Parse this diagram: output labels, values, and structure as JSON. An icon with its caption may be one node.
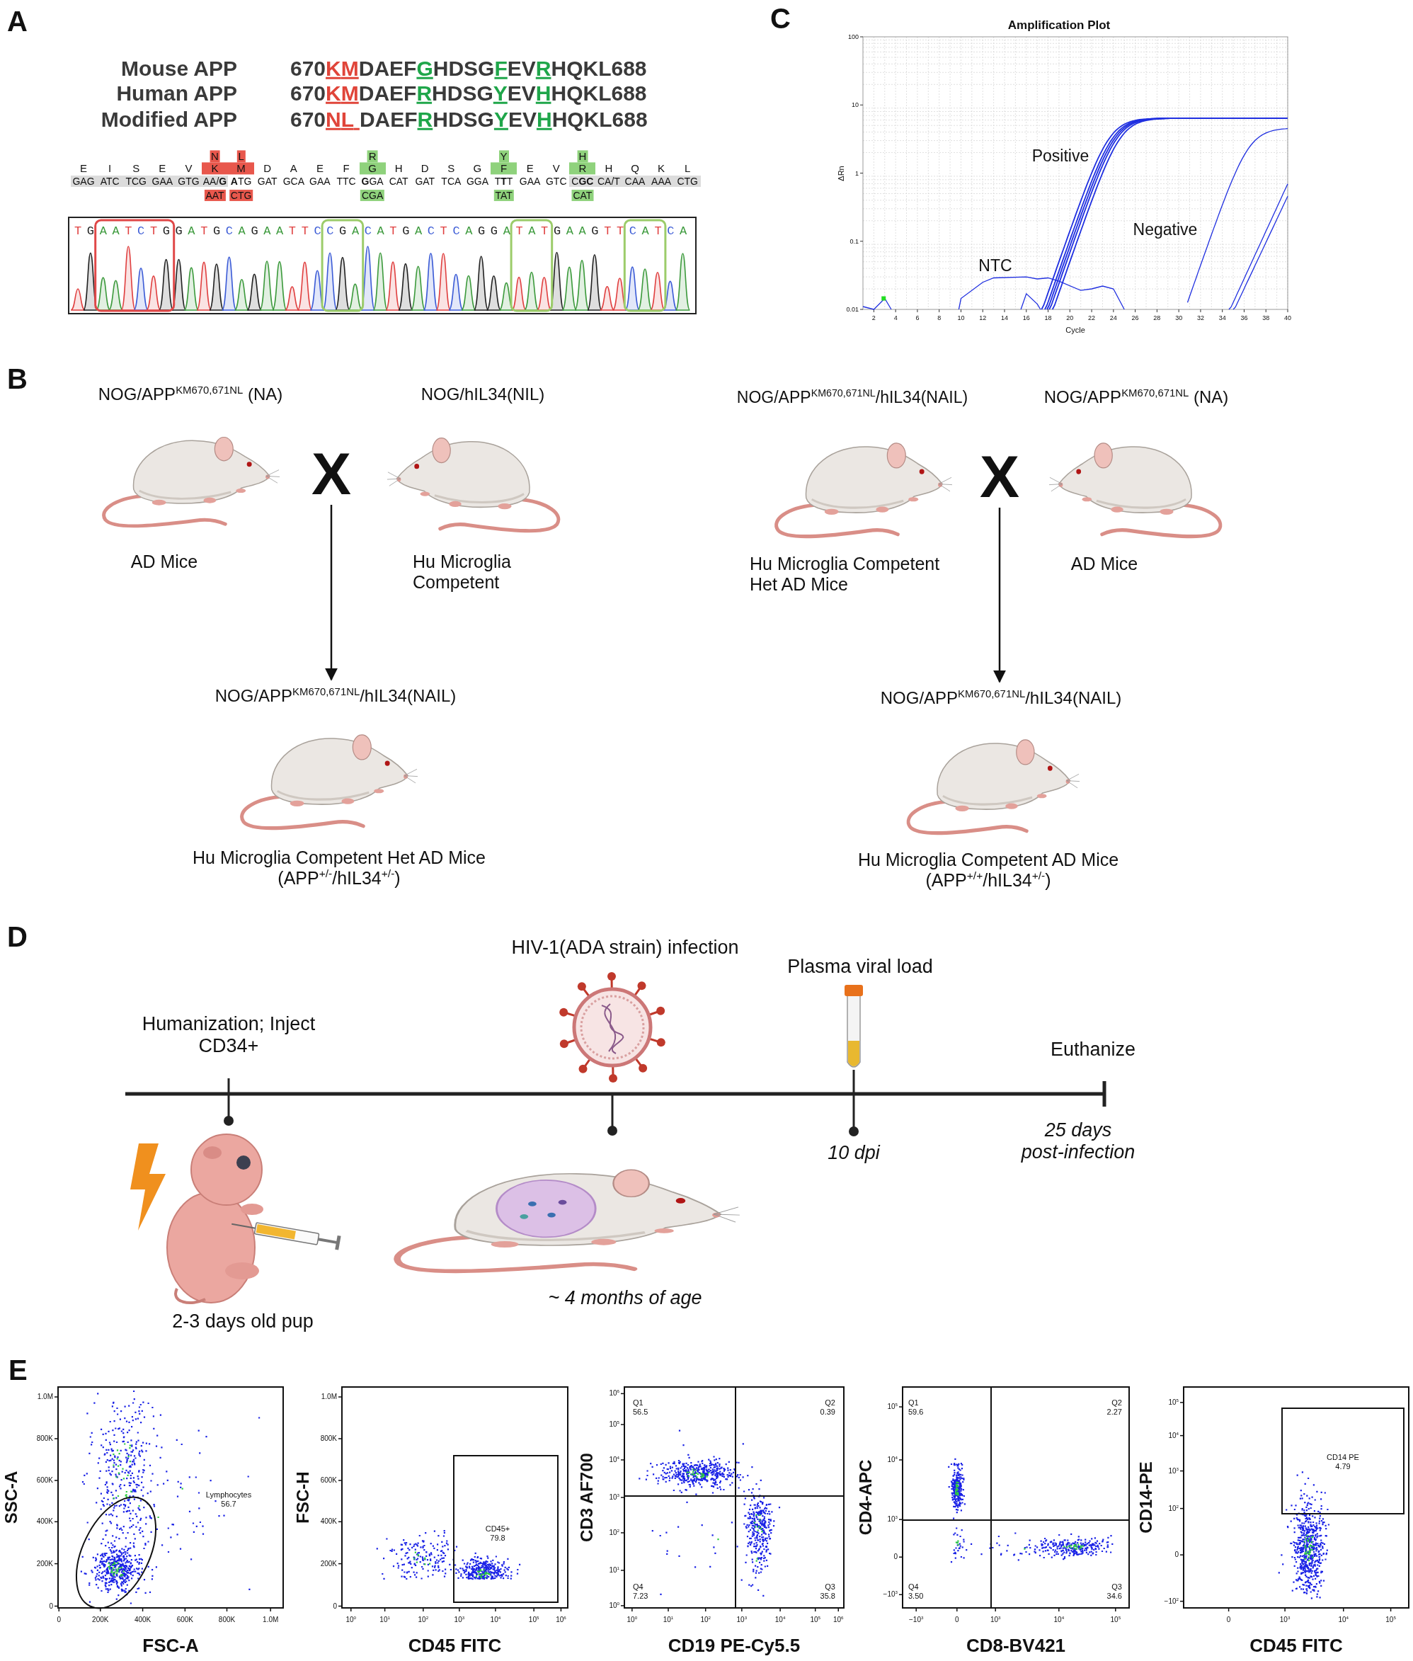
{
  "diagram": {
    "nodes": [
      {
        "text": [
          "NOG/APP$^{KM670,671NL}$ (NA)",
          "AD Mice"
        ]
      },
      {
        "text": [
          "X"
        ]
      },
      {
        "text": [
          "NOG/hIL34(NIL)",
          "Hu Microglia Competent"
        ]
      },
      {
        "text": [
          "NOG/APP$^{KM670,671NL}$/hIL34(NAIL)",
          "Hu Microglia Competent Het AD Mice"
        ]
      },
      {
        "text": [
          "X"
        ]
      },
      {
        "text": [
          "NOG/APP$^{KM670,671NL}$ (NA)",
          "AD Mice"
        ]
      },
      {
        "text": [
          "NOG/APP$^{KM670,671NL}$/hIL34(NAIL)",
          "Hu Microglia Competent Het AD Mice (APP$^{+/-}$/hIL34$^{+/-}$)"
        ]
      },
      {
        "text": [
          "NOG/APP$^{KM670,671NL}$/hIL34(NAIL)",
          "Hu Microglia Competent AD Mice (APP$^{+/+}$/hIL34$^{+/-}$)"
        ]
      }
    ],
    "edges": [
      {
        "from": 1,
        "to": 6,
        "arrow": "to"
      },
      {
        "from": 4,
        "to": 7,
        "arrow": "to"
      }
    ],
    "labels": [
      "A",
      "Mouse APP",
      "670KMDAEFGHDSGFEVRHQKL688",
      "Human APP",
      "670KMDAEFRHDSGYEVHHQKL688",
      "Modified APP",
      "670NL DAEFRHDSGYEVHHQKL688",
      "N",
      "L",
      "R",
      "Y",
      "H",
      "E I S E V K M D A E F G H D S G F E V R H Q K L",
      "GAG ATC TCG GAA GTG AA/**G** **A**TG GAT GCA GAA TTC **G**GA CAT GAT TCA GGA T**T**T GAA GTC C**GC** CA/T CAA AAA CTG",
      "AAT",
      "CTG",
      "CGA",
      "TAT",
      "CAT",
      "TGAATCTGGATGCAGAATTCCGACATGACTCAGGATATGAAGTTCATCA",
      "C",
      "Amplification Plot",
      "100",
      "10",
      "1",
      "0.1",
      "0.01",
      "ΔRn",
      "Positive",
      "Negative",
      "NTC",
      "2",
      "4",
      "6",
      "8",
      "10",
      "12",
      "14",
      "16",
      "18",
      "20",
      "22",
      "24",
      "26",
      "28",
      "30",
      "32",
      "34",
      "36",
      "38",
      "40",
      "Cycle",
      "B",
      "D",
      "HIV-1(ADA strain) infection",
      "Plasma viral load",
      "Humanization; Inject CD34+",
      "Euthanize",
      "10 dpi",
      "25 days post-infection",
      "~ 4 months of age",
      "2-3 days old pup",
      "E",
      "1.0M",
      "800K",
      "600K",
      "400K",
      "200K",
      "0",
      "SSC-A",
      "Lymphocytes 56.7",
      "0",
      "200K",
      "400K",
      "600K",
      "800K",
      "1.0M",
      "FSC-A",
      "1.0M",
      "800K",
      "600K",
      "400K",
      "200K",
      "0",
      "FSC-H",
      "CD45+ 79.8",
      "10$^{0}$",
      "10$^{1}$",
      "10$^{2}$",
      "10$^{3}$",
      "10$^{4}$",
      "10$^{5}$",
      "10$^{6}$",
      "CD45 FITC",
      "10$^{6}$",
      "10$^{5}$",
      "10$^{4}$",
      "10$^{3}$",
      "10$^{2}$",
      "10$^{1}$",
      "10$^{0}$",
      "CD3 AF700",
      "Q1 56.5",
      "Q2 0.39",
      "Q4 7.23",
      "Q3 35.8",
      "10$^{0}$",
      "10$^{1}$",
      "10$^{2}$",
      "10$^{3}$",
      "10$^{4}$",
      "10$^{5}$",
      "10$^{6}$",
      "CD19 PE-Cy5.5",
      "10$^{5}$",
      "10$^{4}$",
      "10$^{3}$",
      "0",
      "−10$^{3}$",
      "CD4-APC",
      "Q1 59.6",
      "Q2 2.27",
      "Q4 3.50",
      "Q3 34.6",
      "−10$^{3}$",
      "0",
      "10$^{3}$",
      "10$^{4}$",
      "10$^{5}$",
      "CD8-BV421",
      "10$^{5}$",
      "10$^{4}$",
      "10$^{3}$",
      "10$^{2}$",
      "0",
      "−10$^{2}$",
      "CD14-PE",
      "CD14 PE 4.79",
      "0",
      "10$^{3}$",
      "10$^{4}$",
      "10$^{5}$",
      "CD45 FITC"
    ]
  }
}
